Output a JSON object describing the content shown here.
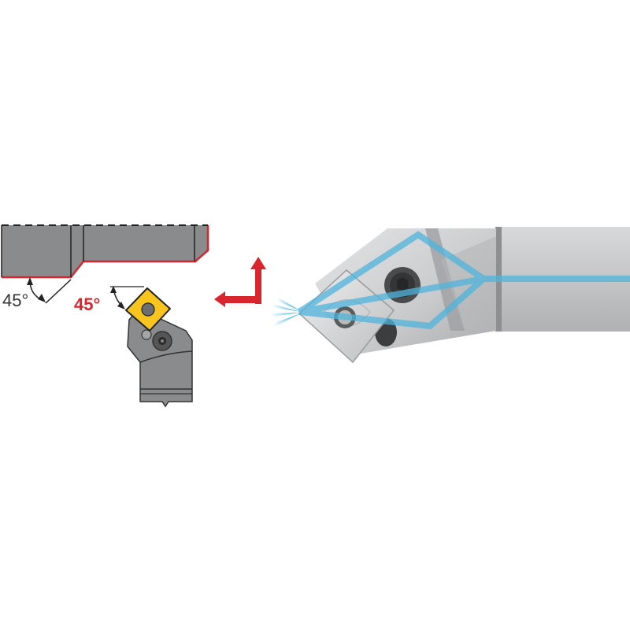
{
  "diagram": {
    "subject": "Turning tool holder with 45° square insert",
    "side_view": {
      "angle_label": "45°",
      "outline_color": "#d9262e",
      "body_color": "#8a8b8d"
    },
    "top_view": {
      "angle_label": "45°",
      "insert_color": "#f7c51e",
      "body_color": "#8a8b8d",
      "label_color": "#d9262e"
    },
    "direction_arrows": {
      "color": "#d9262e",
      "directions": [
        "left",
        "up"
      ]
    },
    "photo": {
      "coolant_color": "#4fb4dc",
      "shank_color": "#c8c9cb",
      "coolant_jet_color": "#1aa6e8"
    }
  }
}
